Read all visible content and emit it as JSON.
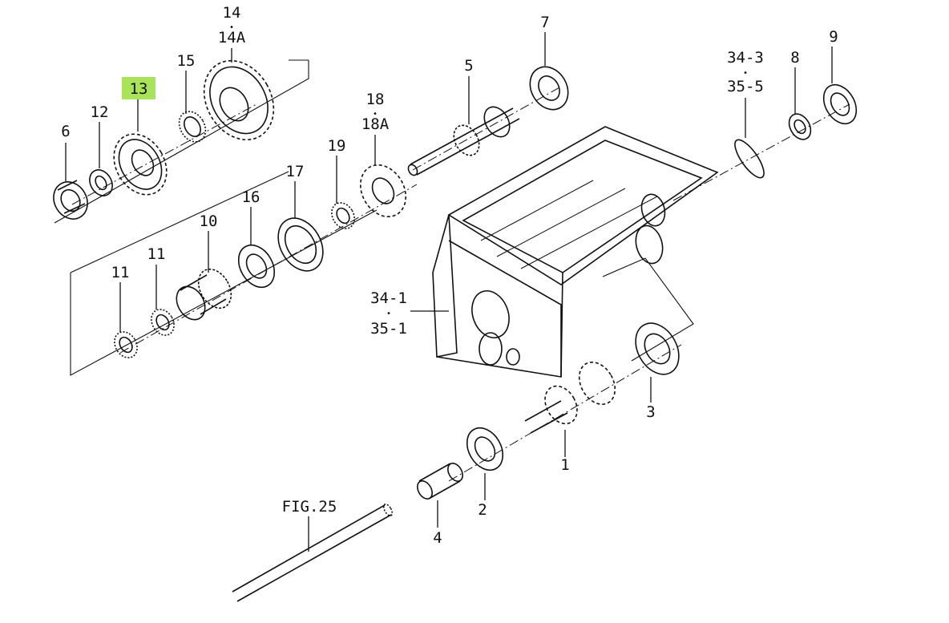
{
  "diagram": {
    "figure_ref": "FIG.25",
    "highlight_color": "#a8e35a",
    "labels": {
      "p1": "1",
      "p2": "2",
      "p3": "3",
      "p4": "4",
      "p5": "5",
      "p6": "6",
      "p7": "7",
      "p8": "8",
      "p9": "9",
      "p10": "10",
      "p11a": "11",
      "p11b": "11",
      "p12": "12",
      "p13": "13",
      "p14": "14",
      "p14a": "14A",
      "p15": "15",
      "p16": "16",
      "p17": "17",
      "p18": "18",
      "p18a": "18A",
      "p19": "19",
      "p34_1": "34-1",
      "p35_1": "35-1",
      "p34_3": "34-3",
      "p35_5": "35-5",
      "dot": "•"
    }
  }
}
